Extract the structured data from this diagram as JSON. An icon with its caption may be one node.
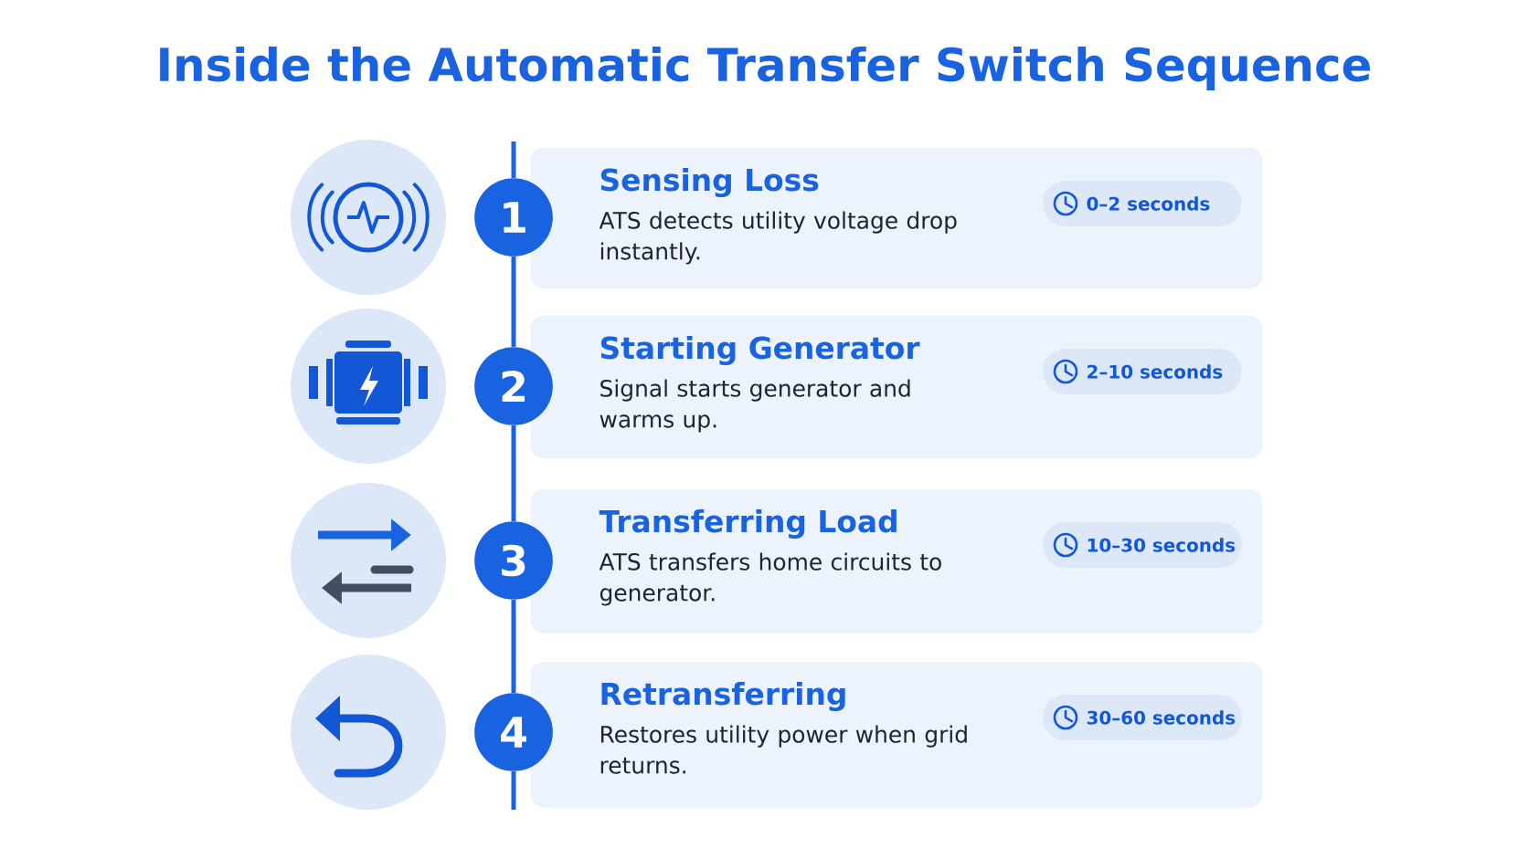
{
  "diagram": {
    "title": "Inside the Automatic Transfer Switch Sequence",
    "nodes": [
      {
        "text": [
          "1"
        ]
      },
      {
        "text": [
          "Sensing Loss",
          "ATS detects utility voltage drop instantly."
        ]
      },
      {
        "text": [
          "0–2 seconds"
        ],
        "in": 1
      },
      {
        "text": [
          "2"
        ]
      },
      {
        "text": [
          "Starting Generator",
          "Signal starts generator and warms up."
        ]
      },
      {
        "text": [
          "2–10 seconds"
        ],
        "in": 4
      },
      {
        "text": [
          "3"
        ]
      },
      {
        "text": [
          "Transferring Load",
          "ATS transfers home circuits to generator."
        ]
      },
      {
        "text": [
          "10–30 seconds"
        ],
        "in": 7
      },
      {
        "text": [
          "4"
        ]
      },
      {
        "text": [
          "Retransferring",
          "Restores utility power when grid returns."
        ]
      },
      {
        "text": [
          "30–60 seconds"
        ],
        "in": 10
      }
    ],
    "edges": [
      {
        "from": 0,
        "to": 3,
        "arrow": "none"
      },
      {
        "from": 3,
        "to": 6,
        "arrow": "none"
      },
      {
        "from": 6,
        "to": 9,
        "arrow": "none"
      }
    ]
  }
}
